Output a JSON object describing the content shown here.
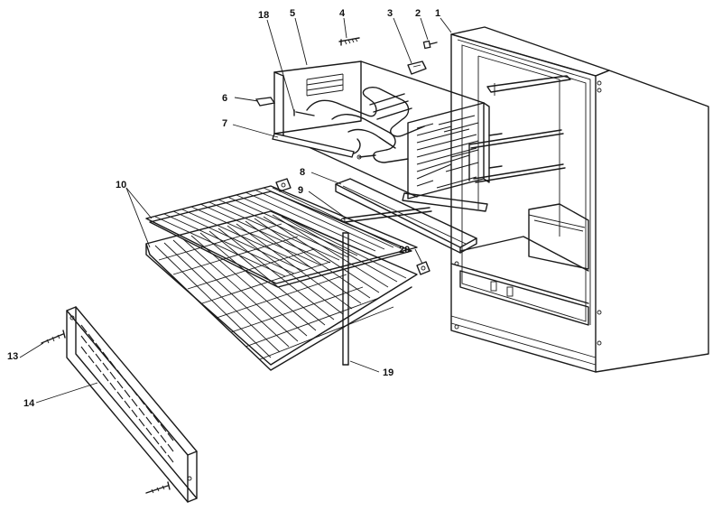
{
  "callouts": {
    "c1": "1",
    "c2": "2",
    "c3": "3",
    "c4": "4",
    "c5": "5",
    "c6": "6",
    "c7": "7",
    "c8": "8",
    "c9": "9",
    "c10": "10",
    "c13": "13",
    "c14": "14",
    "c18": "18",
    "c19": "19",
    "c20": "20"
  }
}
